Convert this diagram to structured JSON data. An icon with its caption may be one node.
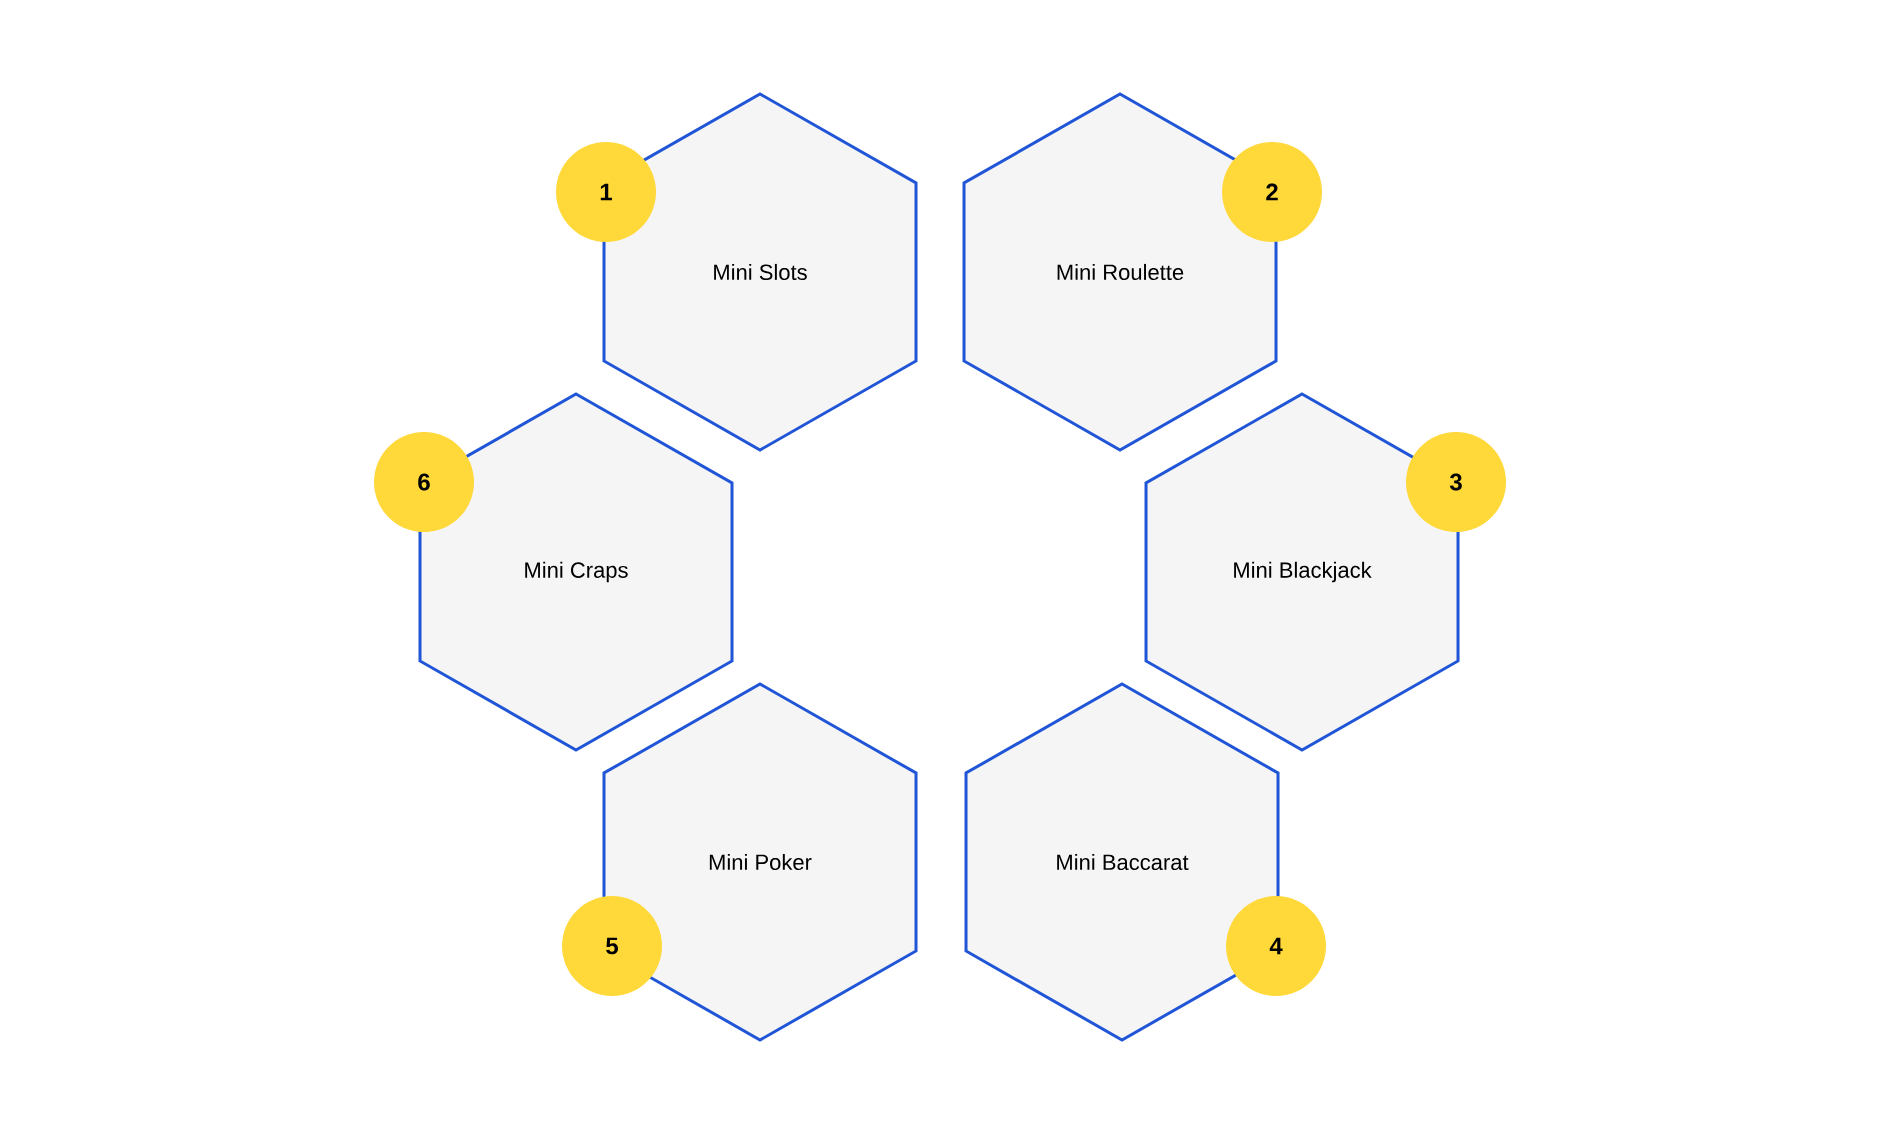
{
  "diagram": {
    "nodes": [
      {
        "text": [
          "Mini Slots"
        ]
      },
      {
        "text": [
          "1"
        ]
      },
      {
        "text": [
          "Mini Roulette"
        ]
      },
      {
        "text": [
          "2"
        ]
      },
      {
        "text": [
          "Mini Craps"
        ]
      },
      {
        "text": [
          "6"
        ]
      },
      {
        "text": [
          "Mini Blackjack"
        ]
      },
      {
        "text": [
          "3"
        ]
      },
      {
        "text": [
          "Mini Poker"
        ]
      },
      {
        "text": [
          "Mini Baccarat"
        ]
      },
      {
        "text": [
          "5"
        ]
      },
      {
        "text": [
          "4"
        ]
      }
    ]
  }
}
